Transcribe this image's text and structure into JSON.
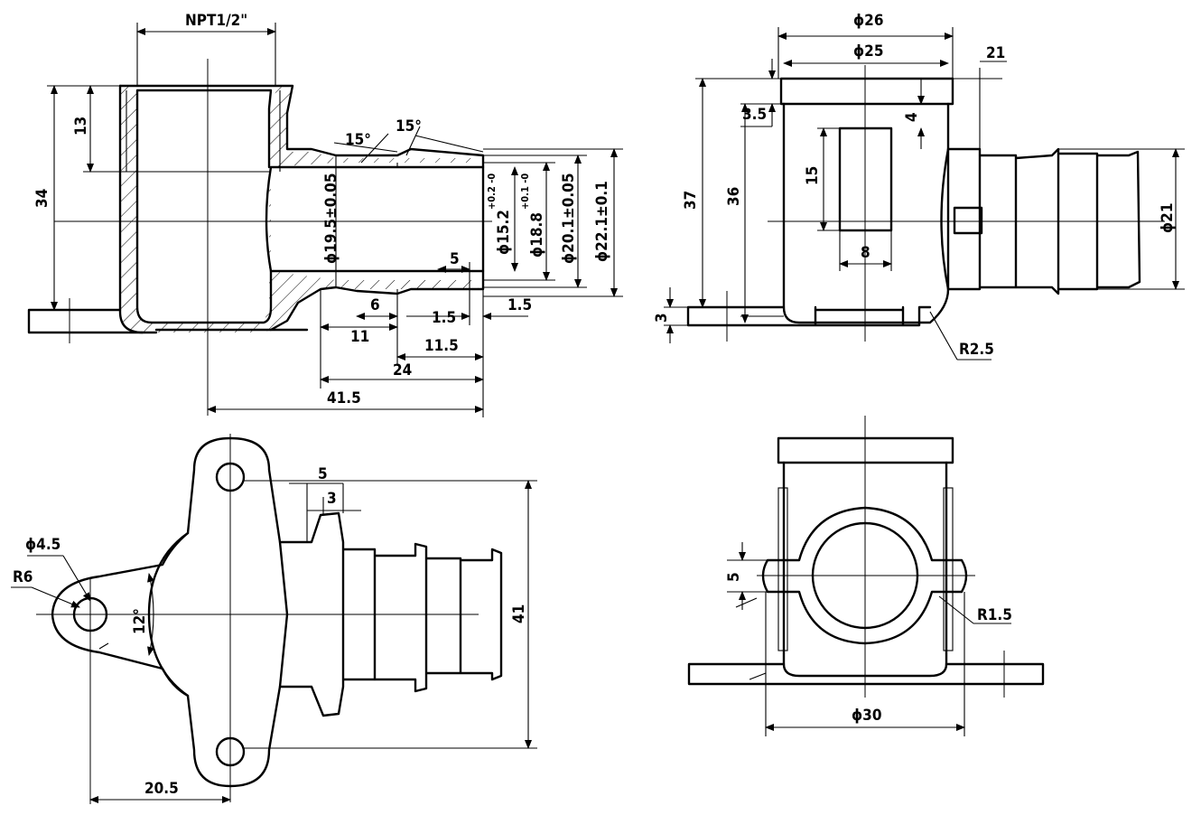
{
  "views": {
    "section_view": {
      "npt_label": "NPT1/2\"",
      "dim_13": "13",
      "dim_34": "34",
      "angle_left": "15°",
      "angle_right": "15°",
      "dia_19_5": "ϕ19.5±0.05",
      "dia_15_2": "ϕ15.2",
      "dia_15_2_tol": "+0.2 -0",
      "dia_18_8": "ϕ18.8",
      "dia_18_8_tol": "+0.1 -0",
      "dia_20_1": "ϕ20.1±0.05",
      "dia_22_1": "ϕ22.1±0.1",
      "dim_5": "5",
      "dim_6": "6",
      "dim_1_5a": "1.5",
      "dim_1_5b": "1.5",
      "dim_11": "11",
      "dim_11_5": "11.5",
      "dim_24": "24",
      "dim_41_5": "41.5"
    },
    "side_view": {
      "dia_26": "ϕ26",
      "dia_25": "ϕ25",
      "dim_21": "21",
      "dim_3_5": "3.5",
      "dim_4": "4",
      "dim_37": "37",
      "dim_36": "36",
      "dim_15": "15",
      "dim_8": "8",
      "dia_21": "ϕ21",
      "dim_3": "3",
      "radius_2_5": "R2.5"
    },
    "top_view": {
      "dia_4_5": "ϕ4.5",
      "radius_6": "R6",
      "angle_12": "12°",
      "dim_5": "5",
      "dim_3": "3",
      "dim_41": "41",
      "dim_20_5": "20.5"
    },
    "end_view": {
      "dim_5": "5",
      "radius_1_5": "R1.5",
      "dia_30": "ϕ30"
    }
  }
}
